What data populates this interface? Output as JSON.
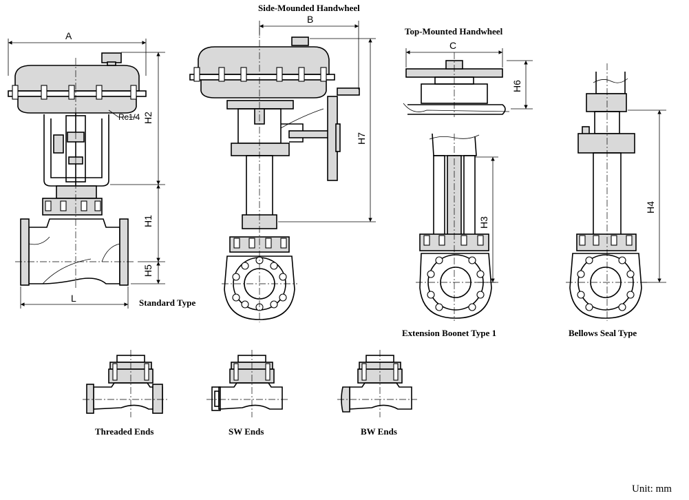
{
  "labels": {
    "side_mounted": "Side-Mounded Handwheel",
    "top_mounted": "Top-Mounted Handwheel",
    "standard": "Standard Type",
    "extension": "Extension Boonet Type 1",
    "bellows": "Bellows Seal  Type",
    "threaded": "Threaded Ends",
    "sw": "SW Ends",
    "bw": "BW Ends",
    "unit": "Unit: mm"
  },
  "dimensions": {
    "A": "A",
    "B": "B",
    "C": "C",
    "L": "L",
    "rc": "Rc1/4",
    "H1": "H1",
    "H2": "H2",
    "H3": "H3",
    "H4": "H4",
    "H5": "H5",
    "H6": "H6",
    "H7": "H7"
  }
}
